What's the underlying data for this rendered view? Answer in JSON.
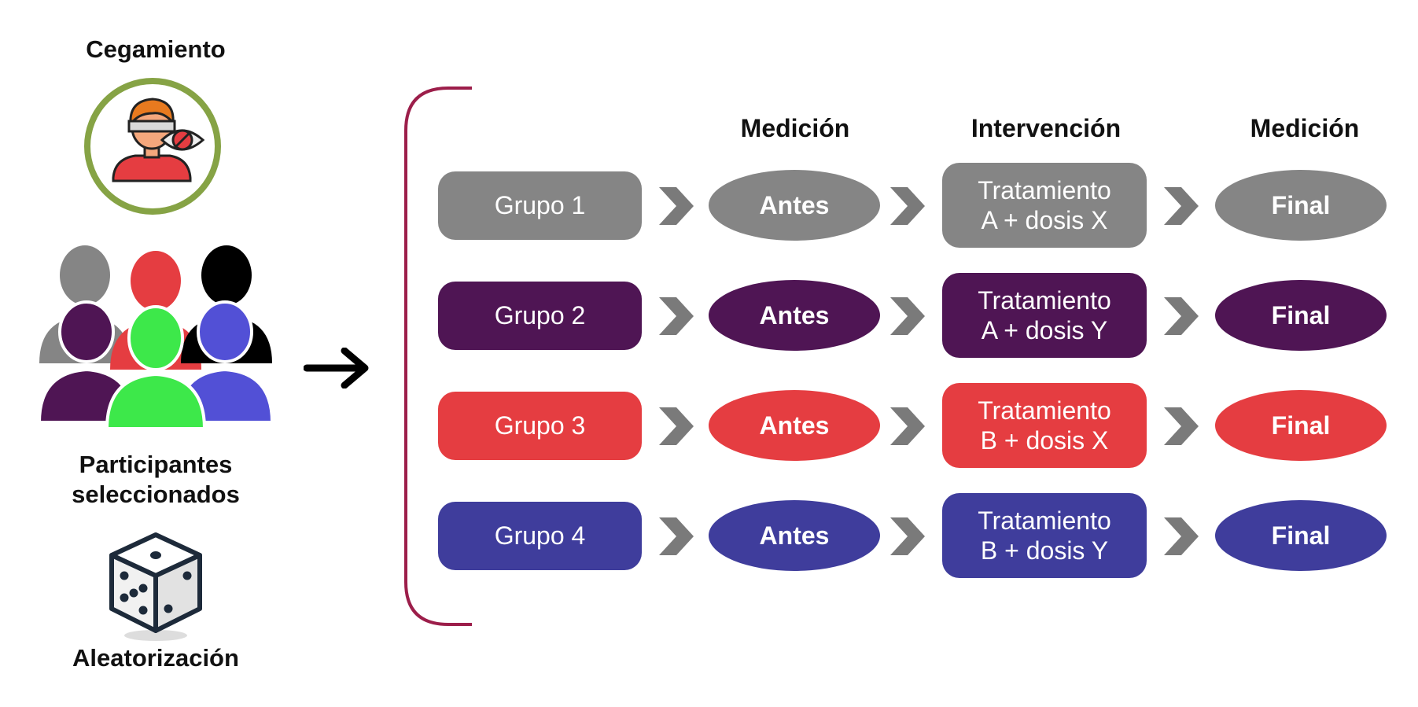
{
  "labels": {
    "blinding": "Cegamiento",
    "participants_line1": "Participantes",
    "participants_line2": "seleccionados",
    "randomization": "Aleatorización"
  },
  "headers": {
    "pre_measure": "Medición",
    "intervention": "Intervención",
    "post_measure": "Medición"
  },
  "groups": [
    {
      "name": "Grupo 1",
      "pre": "Antes",
      "treatment_line1": "Tratamiento",
      "treatment_line2": "A + dosis X",
      "post": "Final",
      "color": "#858585"
    },
    {
      "name": "Grupo 2",
      "pre": "Antes",
      "treatment_line1": "Tratamiento",
      "treatment_line2": "A + dosis Y",
      "post": "Final",
      "color": "#4f1554"
    },
    {
      "name": "Grupo 3",
      "pre": "Antes",
      "treatment_line1": "Tratamiento",
      "treatment_line2": "B + dosis X",
      "post": "Final",
      "color": "#e53d41"
    },
    {
      "name": "Grupo 4",
      "pre": "Antes",
      "treatment_line1": "Tratamiento",
      "treatment_line2": "B + dosis Y",
      "post": "Final",
      "color": "#3f3d9c"
    }
  ],
  "colors": {
    "bracket": "#9c1e4a",
    "chevron": "#7a7a7a",
    "blinding_ring": "#86a345"
  },
  "icons": {
    "blinding": "blindfolded-person-icon",
    "participants": "people-group-icon",
    "arrow": "right-arrow-icon",
    "randomization": "dice-icon"
  }
}
